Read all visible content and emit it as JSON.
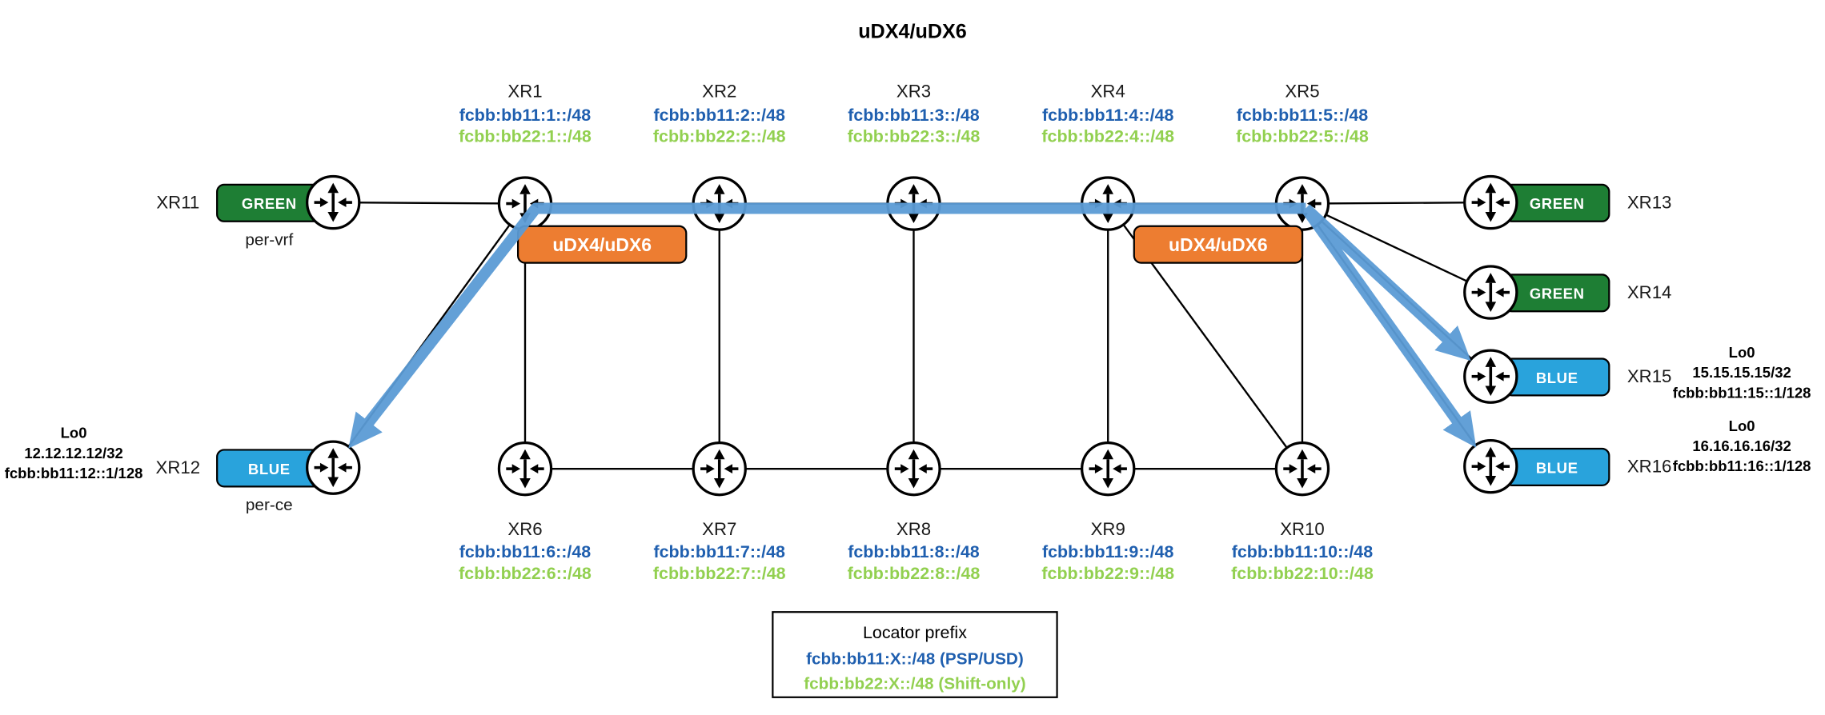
{
  "title": "uDX4/uDX6",
  "colors": {
    "prefix_blue": "#1F5FAF",
    "prefix_green": "#92D050",
    "box_green": "#1E7E34",
    "box_blue": "#29A3DC",
    "box_orange": "#ED7D31",
    "arrow_blue": "#5B9BD5"
  },
  "core_top": [
    {
      "name": "XR1",
      "psp": "fcbb:bb11:1::/48",
      "shift": "fcbb:bb22:1::/48"
    },
    {
      "name": "XR2",
      "psp": "fcbb:bb11:2::/48",
      "shift": "fcbb:bb22:2::/48"
    },
    {
      "name": "XR3",
      "psp": "fcbb:bb11:3::/48",
      "shift": "fcbb:bb22:3::/48"
    },
    {
      "name": "XR4",
      "psp": "fcbb:bb11:4::/48",
      "shift": "fcbb:bb22:4::/48"
    },
    {
      "name": "XR5",
      "psp": "fcbb:bb11:5::/48",
      "shift": "fcbb:bb22:5::/48"
    }
  ],
  "core_bottom": [
    {
      "name": "XR6",
      "psp": "fcbb:bb11:6::/48",
      "shift": "fcbb:bb22:6::/48"
    },
    {
      "name": "XR7",
      "psp": "fcbb:bb11:7::/48",
      "shift": "fcbb:bb22:7::/48"
    },
    {
      "name": "XR8",
      "psp": "fcbb:bb11:8::/48",
      "shift": "fcbb:bb22:8::/48"
    },
    {
      "name": "XR9",
      "psp": "fcbb:bb11:9::/48",
      "shift": "fcbb:bb22:9::/48"
    },
    {
      "name": "XR10",
      "psp": "fcbb:bb11:10::/48",
      "shift": "fcbb:bb22:10::/48"
    }
  ],
  "edge": {
    "xr11": {
      "name": "XR11",
      "service": "GREEN",
      "mode": "per-vrf"
    },
    "xr12": {
      "name": "XR12",
      "service": "BLUE",
      "mode": "per-ce",
      "lo0": {
        "label": "Lo0",
        "ipv4": "12.12.12.12/32",
        "srv6": "fcbb:bb11:12::1/128"
      }
    },
    "xr13": {
      "name": "XR13",
      "service": "GREEN"
    },
    "xr14": {
      "name": "XR14",
      "service": "GREEN"
    },
    "xr15": {
      "name": "XR15",
      "service": "BLUE",
      "lo0": {
        "label": "Lo0",
        "ipv4": "15.15.15.15/32",
        "srv6": "fcbb:bb11:15::1/128"
      }
    },
    "xr16": {
      "name": "XR16",
      "service": "BLUE",
      "lo0": {
        "label": "Lo0",
        "ipv4": "16.16.16.16/32",
        "srv6": "fcbb:bb11:16::1/128"
      }
    }
  },
  "behavior_boxes": {
    "left": "uDX4/uDX6",
    "right": "uDX4/uDX6"
  },
  "legend": {
    "title": "Locator prefix",
    "psp": "fcbb:bb11:X::/48 (PSP/USD)",
    "shift": "fcbb:bb22:X::/48 (Shift-only)"
  }
}
